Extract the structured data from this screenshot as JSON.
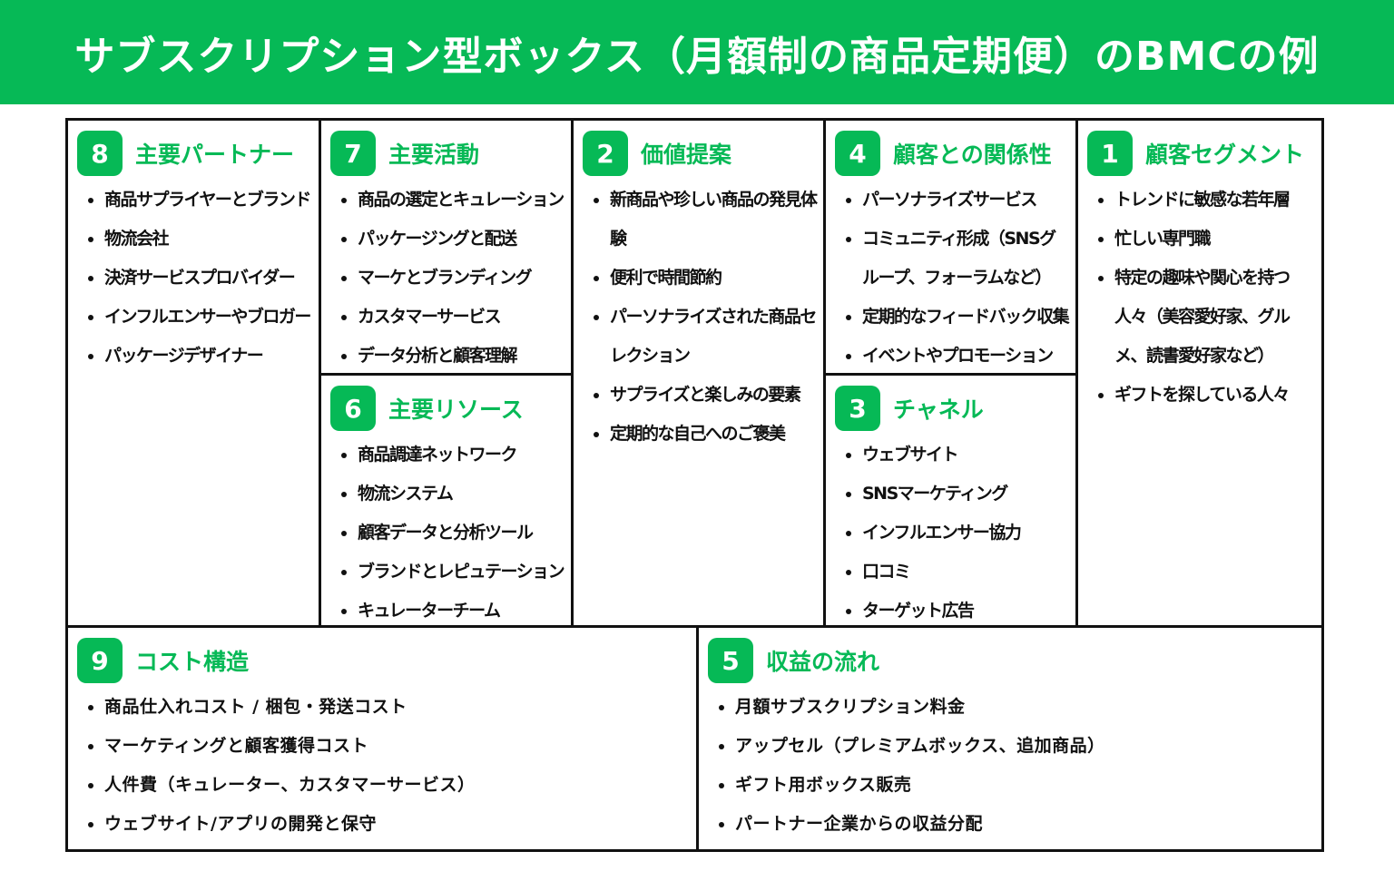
{
  "title": "サブスクリプション型ボックス（月額制の商品定期便）のBMCの例",
  "accent_color": "#06b956",
  "blocks": {
    "partners": {
      "number": "8",
      "title": "主要パートナー",
      "items": [
        "商品サプライヤーとブランド",
        "物流会社",
        "決済サービスプロバイダー",
        "インフルエンサーやブロガー",
        "パッケージデザイナー"
      ]
    },
    "activities": {
      "number": "7",
      "title": "主要活動",
      "items": [
        "商品の選定とキュレーション",
        "パッケージングと配送",
        "マーケとブランディング",
        "カスタマーサービス",
        "データ分析と顧客理解"
      ]
    },
    "resources": {
      "number": "6",
      "title": "主要リソース",
      "items": [
        "商品調達ネットワーク",
        "物流システム",
        "顧客データと分析ツール",
        "ブランドとレピュテーション",
        "キュレーターチーム"
      ]
    },
    "value": {
      "number": "2",
      "title": "価値提案",
      "items": [
        "新商品や珍しい商品の発見体験",
        "便利で時間節約",
        "パーソナライズされた商品セレクション",
        "サプライズと楽しみの要素",
        "定期的な自己へのご褒美"
      ]
    },
    "relationships": {
      "number": "4",
      "title": "顧客との関係性",
      "items": [
        "パーソナライズサービス",
        "コミュニティ形成（SNSグループ、フォーラムなど）",
        "定期的なフィードバック収集",
        "イベントやプロモーション"
      ]
    },
    "channels": {
      "number": "3",
      "title": "チャネル",
      "items": [
        "ウェブサイト",
        "SNSマーケティング",
        "インフルエンサー協力",
        "口コミ",
        "ターゲット広告"
      ]
    },
    "segments": {
      "number": "1",
      "title": "顧客セグメント",
      "items": [
        "トレンドに敏感な若年層",
        "忙しい専門職",
        "特定の趣味や関心を持つ人々（美容愛好家、グルメ、読書愛好家など）",
        "ギフトを探している人々"
      ]
    },
    "costs": {
      "number": "9",
      "title": "コスト構造",
      "items": [
        "商品仕入れコスト / 梱包・発送コスト",
        "マーケティングと顧客獲得コスト",
        "人件費（キュレーター、カスタマーサービス）",
        "ウェブサイト/アプリの開発と保守"
      ]
    },
    "revenue": {
      "number": "5",
      "title": "収益の流れ",
      "items": [
        "月額サブスクリプション料金",
        "アップセル（プレミアムボックス、追加商品）",
        "ギフト用ボックス販売",
        "パートナー企業からの収益分配"
      ]
    }
  }
}
